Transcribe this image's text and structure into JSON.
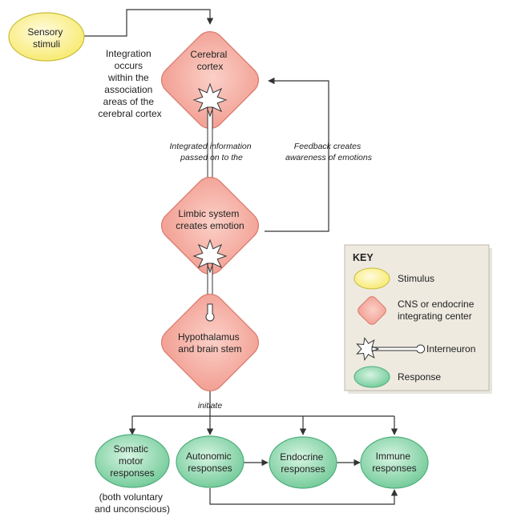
{
  "stimulus": {
    "label_lines": [
      "Sensory",
      "stimuli"
    ]
  },
  "integration_note": {
    "lines": [
      "Integration",
      "occurs",
      "within the",
      "association",
      "areas of the",
      "cerebral cortex"
    ]
  },
  "centers": [
    {
      "id": "cerebral_cortex",
      "lines": [
        "Cerebral",
        "cortex"
      ]
    },
    {
      "id": "limbic_system",
      "lines": [
        "Limbic system",
        "creates emotion"
      ]
    },
    {
      "id": "hypothalamus",
      "lines": [
        "Hypothalamus",
        "and brain stem"
      ]
    }
  ],
  "annotations": {
    "integrated_info": [
      "Integrated information",
      "passed on to the"
    ],
    "feedback": [
      "Feedback creates",
      "awareness of emotions"
    ],
    "initiate": "initiate"
  },
  "responses": [
    {
      "id": "somatic",
      "lines": [
        "Somatic",
        "motor",
        "responses"
      ]
    },
    {
      "id": "autonomic",
      "lines": [
        "Autonomic",
        "responses"
      ]
    },
    {
      "id": "endocrine",
      "lines": [
        "Endocrine",
        "responses"
      ]
    },
    {
      "id": "immune",
      "lines": [
        "Immune",
        "responses"
      ]
    }
  ],
  "somatic_note": [
    "(both voluntary",
    "and unconscious)"
  ],
  "key": {
    "title": "KEY",
    "stimulus": "Stimulus",
    "center_lines": [
      "CNS or endocrine",
      "integrating center"
    ],
    "interneuron": "Interneuron",
    "response": "Response"
  },
  "colors": {
    "stimulus_fill": "#fbf39a",
    "stimulus_stroke": "#c9bd3a",
    "center_fill": "#f7b2a8",
    "center_stroke": "#d9786c",
    "response_fill": "#8ed8ae",
    "response_stroke": "#4fae7c",
    "line": "#333333",
    "key_bg": "#ede9de",
    "key_border": "#bdb8aa"
  }
}
